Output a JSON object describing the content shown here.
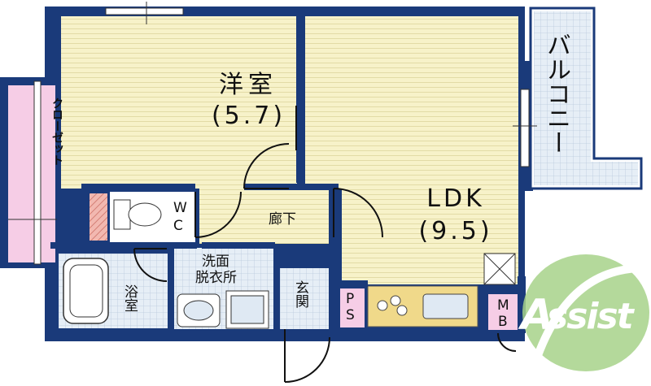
{
  "rooms": {
    "western": {
      "name": "洋室",
      "size": "(5.7)"
    },
    "ldk": {
      "name": "LDK",
      "size": "(9.5)"
    },
    "hallway": {
      "name": "廊下"
    },
    "entrance": {
      "name": "玄関"
    },
    "bath": {
      "name": "浴室"
    },
    "washroom": {
      "name": "洗面\n脱衣所",
      "line1": "洗面",
      "line2": "脱衣所"
    },
    "wc": {
      "name": "WC",
      "w": "W",
      "c": "C"
    },
    "closet": {
      "name": "クローゼット"
    },
    "balcony": {
      "name": "バルコニー"
    },
    "ps": {
      "name": "PS",
      "p": "P",
      "s": "S"
    },
    "mb": {
      "name": "MB",
      "m": "M",
      "b": "B"
    }
  },
  "logo": {
    "text": "ssist",
    "initial": "A"
  },
  "colors": {
    "wall": "#1a3a7a",
    "floor_western": "#f6f1c8",
    "floor_ldk": "#f6f1c8",
    "tile": "#dfe9f3",
    "closet": "#f5cde6",
    "logo": "#a8d38a"
  }
}
